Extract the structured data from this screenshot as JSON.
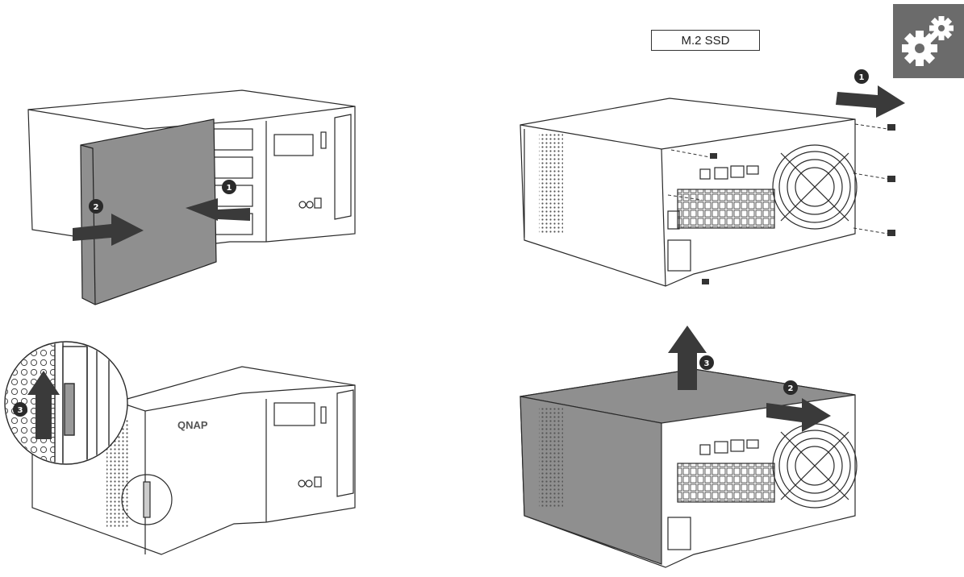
{
  "header": {
    "section_label": "M.2 SSD"
  },
  "badge": {
    "icon": "gears-icon",
    "color": "#6b6b6b"
  },
  "brand": {
    "logo_text": "QNAP"
  },
  "steps": {
    "front_top": [
      "1",
      "2"
    ],
    "front_bottom": [
      "3"
    ],
    "rear_top": [
      "1"
    ],
    "rear_bottom": [
      "2",
      "3"
    ]
  },
  "colors": {
    "arrow": "#3a3a3a",
    "cover": "#8f8f8f",
    "line": "#2a2a2a"
  }
}
